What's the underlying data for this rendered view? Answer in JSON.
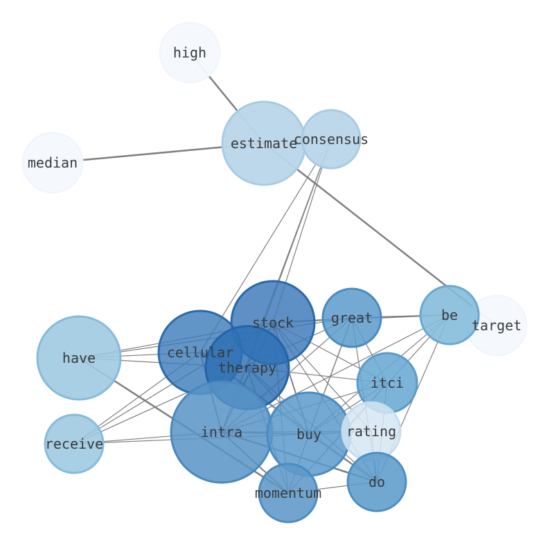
{
  "graph": {
    "colors": {
      "edge": "#7f7f7f",
      "background": "#ffffff",
      "label": "#3a3a3a",
      "node_scale": [
        "#f4f9fe",
        "#d6e6f4",
        "#bad6ea",
        "#9ecae1",
        "#6baed6",
        "#4f93c7",
        "#2c75b4",
        "#1f66ad"
      ]
    },
    "nodes": [
      {
        "id": "high",
        "label": "high",
        "fill": "#f4f9fe",
        "stroke": "#f0f6fc",
        "opacity": 0.95
      },
      {
        "id": "estimate",
        "label": "estimate",
        "fill": "#bad6ea",
        "stroke": "#a8cbe3",
        "opacity": 0.95
      },
      {
        "id": "consensus",
        "label": "consensus",
        "fill": "#bad6ea",
        "stroke": "#a8cbe3",
        "opacity": 0.95
      },
      {
        "id": "median",
        "label": "median",
        "fill": "#f4f9fe",
        "stroke": "#f0f6fc",
        "opacity": 0.95
      },
      {
        "id": "target",
        "label": "target",
        "fill": "#f4f9fe",
        "stroke": "#f0f6fc",
        "opacity": 0.95
      },
      {
        "id": "be",
        "label": "be",
        "fill": "#85bcdc",
        "stroke": "#6aa8d2",
        "opacity": 0.9
      },
      {
        "id": "stock",
        "label": "stock",
        "fill": "#3b78b8",
        "stroke": "#2a68a8",
        "opacity": 0.82
      },
      {
        "id": "great",
        "label": "great",
        "fill": "#5a9bcb",
        "stroke": "#4a8bbf",
        "opacity": 0.85
      },
      {
        "id": "have",
        "label": "have",
        "fill": "#9ecae1",
        "stroke": "#86bbdb",
        "opacity": 0.9
      },
      {
        "id": "cellular",
        "label": "cellular",
        "fill": "#3b7ab9",
        "stroke": "#2b6aa9",
        "opacity": 0.8
      },
      {
        "id": "therapy",
        "label": "therapy",
        "fill": "#2d6fb3",
        "stroke": "#2563a7",
        "opacity": 0.82
      },
      {
        "id": "itci",
        "label": "itci",
        "fill": "#6aa8d3",
        "stroke": "#5a9bcb",
        "opacity": 0.88
      },
      {
        "id": "receive",
        "label": "receive",
        "fill": "#9ecae1",
        "stroke": "#86bbdb",
        "opacity": 0.9
      },
      {
        "id": "intra",
        "label": "intra",
        "fill": "#5793c6",
        "stroke": "#4a88bd",
        "opacity": 0.85
      },
      {
        "id": "buy",
        "label": "buy",
        "fill": "#5a9acb",
        "stroke": "#4a8bbf",
        "opacity": 0.85
      },
      {
        "id": "rating",
        "label": "rating",
        "fill": "#d6e6f4",
        "stroke": "#c6dcef",
        "opacity": 0.85
      },
      {
        "id": "do",
        "label": "do",
        "fill": "#5d9ccc",
        "stroke": "#4d8fc3",
        "opacity": 0.88
      },
      {
        "id": "momentum",
        "label": "momentum",
        "fill": "#5d99ca",
        "stroke": "#4d8cc1",
        "opacity": 0.88
      }
    ],
    "edges": [
      {
        "source": "high",
        "target": "estimate",
        "weight": 2.5
      },
      {
        "source": "median",
        "target": "estimate",
        "weight": 2.5
      },
      {
        "source": "estimate",
        "target": "target",
        "weight": 2.5
      },
      {
        "source": "consensus",
        "target": "stock",
        "weight": 1.2
      },
      {
        "source": "consensus",
        "target": "intra",
        "weight": 1.2
      },
      {
        "source": "consensus",
        "target": "cellular",
        "weight": 1.2
      },
      {
        "source": "consensus",
        "target": "therapy",
        "weight": 1.2
      },
      {
        "source": "be",
        "target": "great",
        "weight": 2
      },
      {
        "source": "be",
        "target": "stock",
        "weight": 1.2
      },
      {
        "source": "be",
        "target": "intra",
        "weight": 1.2
      },
      {
        "source": "be",
        "target": "buy",
        "weight": 1.2
      },
      {
        "source": "be",
        "target": "do",
        "weight": 1.2
      },
      {
        "source": "be",
        "target": "momentum",
        "weight": 1.2
      },
      {
        "source": "have",
        "target": "stock",
        "weight": 1.2
      },
      {
        "source": "have",
        "target": "cellular",
        "weight": 1.2
      },
      {
        "source": "have",
        "target": "therapy",
        "weight": 1.2
      },
      {
        "source": "have",
        "target": "great",
        "weight": 1.2
      },
      {
        "source": "have",
        "target": "momentum",
        "weight": 2.5
      },
      {
        "source": "receive",
        "target": "stock",
        "weight": 1.2
      },
      {
        "source": "receive",
        "target": "cellular",
        "weight": 1.2
      },
      {
        "source": "receive",
        "target": "rating",
        "weight": 1.2
      },
      {
        "source": "receive",
        "target": "intra",
        "weight": 1.2
      },
      {
        "source": "receive",
        "target": "great",
        "weight": 1.2
      },
      {
        "source": "stock",
        "target": "buy",
        "weight": 2
      },
      {
        "source": "stock",
        "target": "intra",
        "weight": 2
      },
      {
        "source": "stock",
        "target": "itci",
        "weight": 1.2
      },
      {
        "source": "stock",
        "target": "do",
        "weight": 1.2
      },
      {
        "source": "stock",
        "target": "momentum",
        "weight": 1.2
      },
      {
        "source": "stock",
        "target": "rating",
        "weight": 1.2
      },
      {
        "source": "great",
        "target": "stock",
        "weight": 1.2
      },
      {
        "source": "great",
        "target": "buy",
        "weight": 1.5
      },
      {
        "source": "great",
        "target": "itci",
        "weight": 1.2
      },
      {
        "source": "great",
        "target": "intra",
        "weight": 1.2
      },
      {
        "source": "great",
        "target": "do",
        "weight": 1.2
      },
      {
        "source": "cellular",
        "target": "intra",
        "weight": 2
      },
      {
        "source": "cellular",
        "target": "therapy",
        "weight": 2
      },
      {
        "source": "cellular",
        "target": "do",
        "weight": 1.2
      },
      {
        "source": "cellular",
        "target": "buy",
        "weight": 1.2
      },
      {
        "source": "therapy",
        "target": "do",
        "weight": 1.2
      },
      {
        "source": "therapy",
        "target": "buy",
        "weight": 1.2
      },
      {
        "source": "therapy",
        "target": "itci",
        "weight": 1.2
      },
      {
        "source": "therapy",
        "target": "momentum",
        "weight": 1.2
      },
      {
        "source": "itci",
        "target": "intra",
        "weight": 1.2
      },
      {
        "source": "itci",
        "target": "momentum",
        "weight": 1.2
      },
      {
        "source": "itci",
        "target": "buy",
        "weight": 1.2
      },
      {
        "source": "itci",
        "target": "do",
        "weight": 1.2
      },
      {
        "source": "intra",
        "target": "buy",
        "weight": 2
      },
      {
        "source": "intra",
        "target": "do",
        "weight": 2.5
      },
      {
        "source": "intra",
        "target": "momentum",
        "weight": 2
      },
      {
        "source": "intra",
        "target": "rating",
        "weight": 1.2
      },
      {
        "source": "buy",
        "target": "do",
        "weight": 1.5
      },
      {
        "source": "buy",
        "target": "momentum",
        "weight": 1.5
      },
      {
        "source": "buy",
        "target": "rating",
        "weight": 1.2
      },
      {
        "source": "rating",
        "target": "do",
        "weight": 1.2
      },
      {
        "source": "do",
        "target": "momentum",
        "weight": 1.2
      }
    ]
  }
}
